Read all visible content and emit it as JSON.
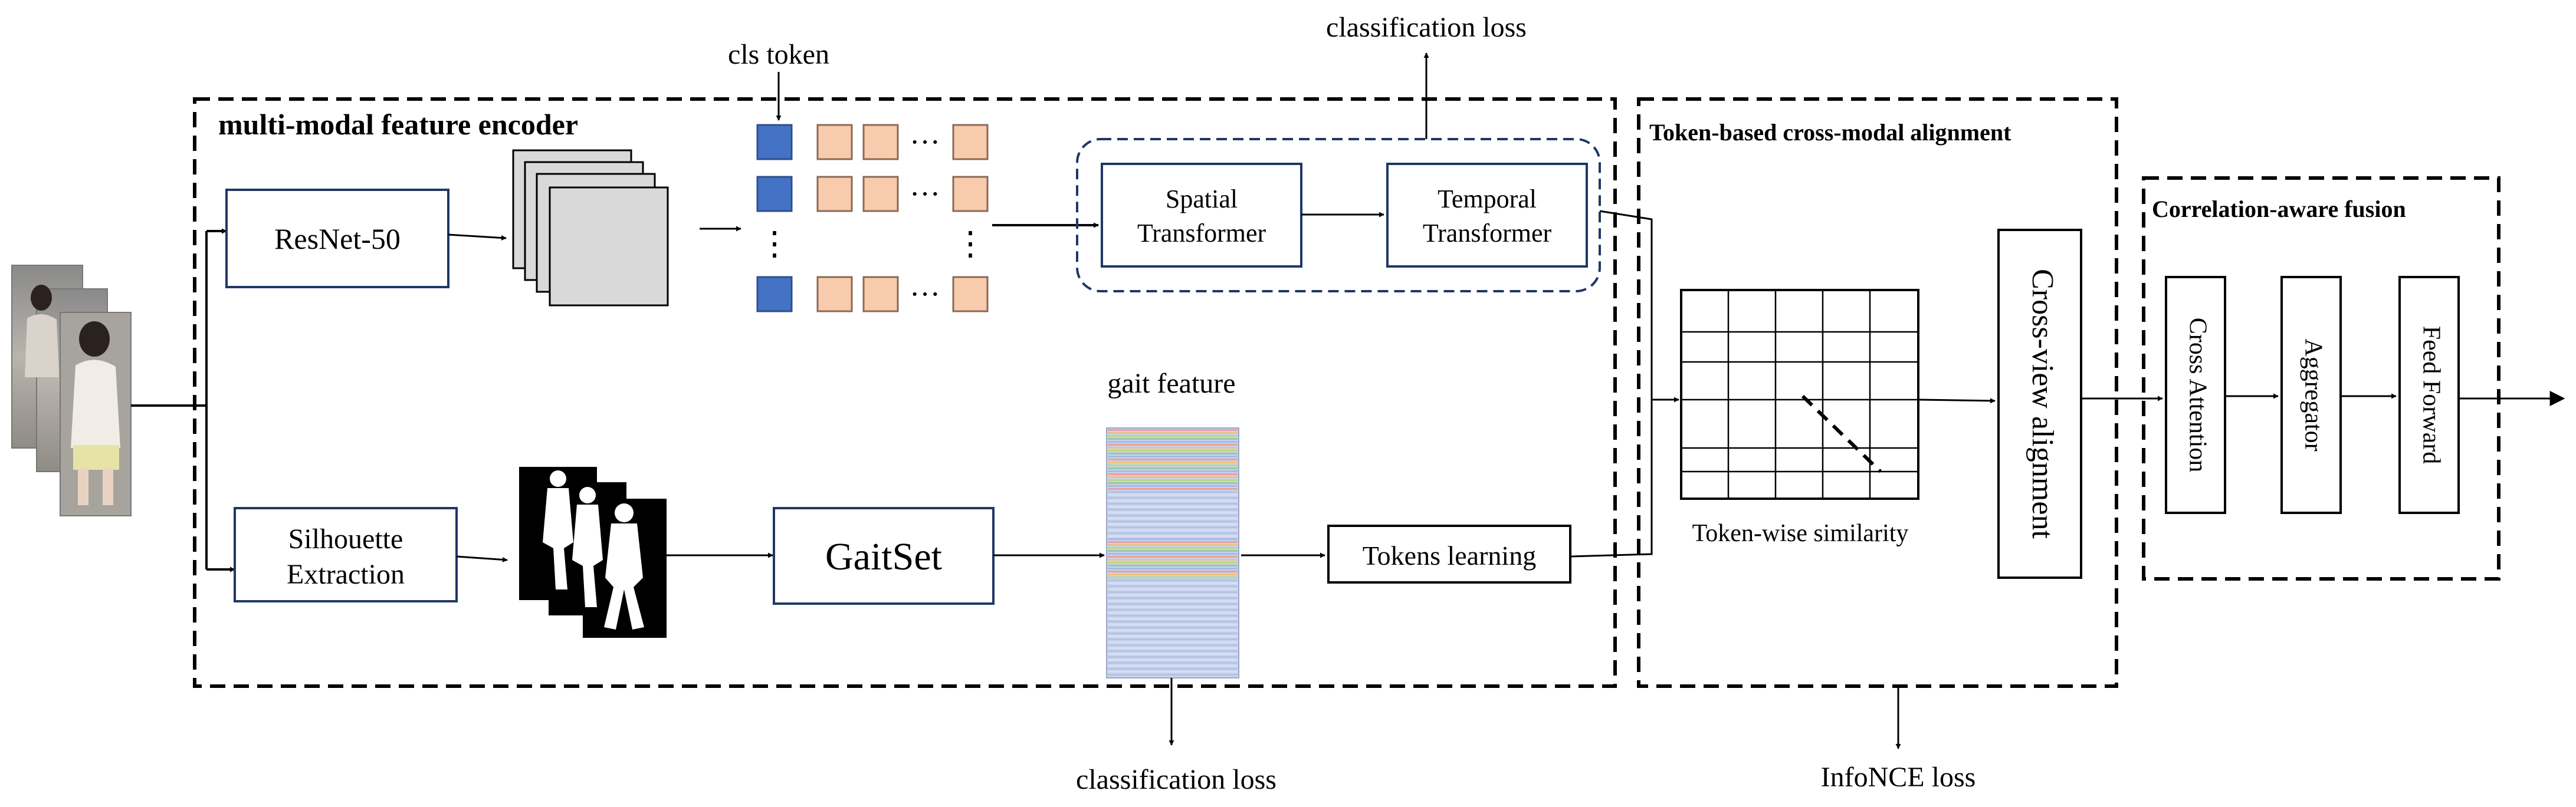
{
  "labels": {
    "cls_token": "cls token",
    "classification_loss_top": "classification loss",
    "classification_loss_bottom": "classification loss",
    "infonce_loss": "InfoNCE loss",
    "gait_feature": "gait feature",
    "token_wise_similarity": "Token-wise similarity"
  },
  "sections": {
    "encoder": "multi-modal feature encoder",
    "alignment": "Token-based cross-modal alignment",
    "fusion": "Correlation-aware fusion"
  },
  "blocks": {
    "resnet": "ResNet-50",
    "spatial_line1": "Spatial",
    "spatial_line2": "Transformer",
    "temporal_line1": "Temporal",
    "temporal_line2": "Transformer",
    "silhouette_line1": "Silhouette",
    "silhouette_line2": "Extraction",
    "gaitset": "GaitSet",
    "tokens_learning": "Tokens learning",
    "cross_view": "Cross-view alignment",
    "cross_attention": "Cross Attention",
    "aggregator": "Aggregator",
    "feed_forward": "Feed Forward"
  },
  "tokens": {
    "ellipsis": "···",
    "vdots": "⋮"
  },
  "colors": {
    "cls_token": "#4472c4",
    "patch_token": "#f8cbad",
    "frame_gray": "#d9d9d9",
    "transformer_group_border": "#1f3864",
    "block_border": "#1f3864"
  }
}
